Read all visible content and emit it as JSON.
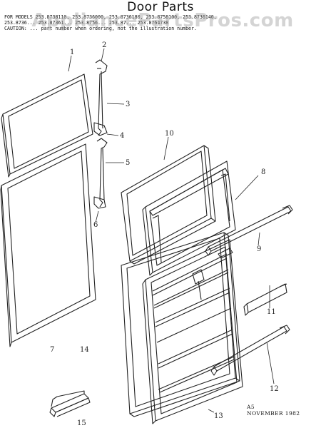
{
  "header": {
    "title": "Door Parts",
    "models_line1": "FOR MODELS 253.8738110, 253.8736000, 253.8736180, 253.8758100, 253.8736140,",
    "models_line2": "253.8736... 253.87361... 253.8756... 253.87... 253.8764738",
    "order_note": "CAUTION: ... part number when ordering, not the illustration number."
  },
  "watermark": {
    "text": "AppliancePartsPros.com"
  },
  "callouts": [
    {
      "id": "1",
      "text": "1"
    },
    {
      "id": "2",
      "text": "2"
    },
    {
      "id": "3",
      "text": "3"
    },
    {
      "id": "4",
      "text": "4"
    },
    {
      "id": "5",
      "text": "5"
    },
    {
      "id": "6",
      "text": "6"
    },
    {
      "id": "7",
      "text": "7"
    },
    {
      "id": "8",
      "text": "8"
    },
    {
      "id": "9",
      "text": "9"
    },
    {
      "id": "10",
      "text": "10"
    },
    {
      "id": "11",
      "text": "11"
    },
    {
      "id": "12",
      "text": "12"
    },
    {
      "id": "13",
      "text": "13"
    },
    {
      "id": "14",
      "text": "14"
    },
    {
      "id": "15",
      "text": "15"
    }
  ],
  "stamp": {
    "code": "A5",
    "date": "NOVEMBER 1982"
  }
}
